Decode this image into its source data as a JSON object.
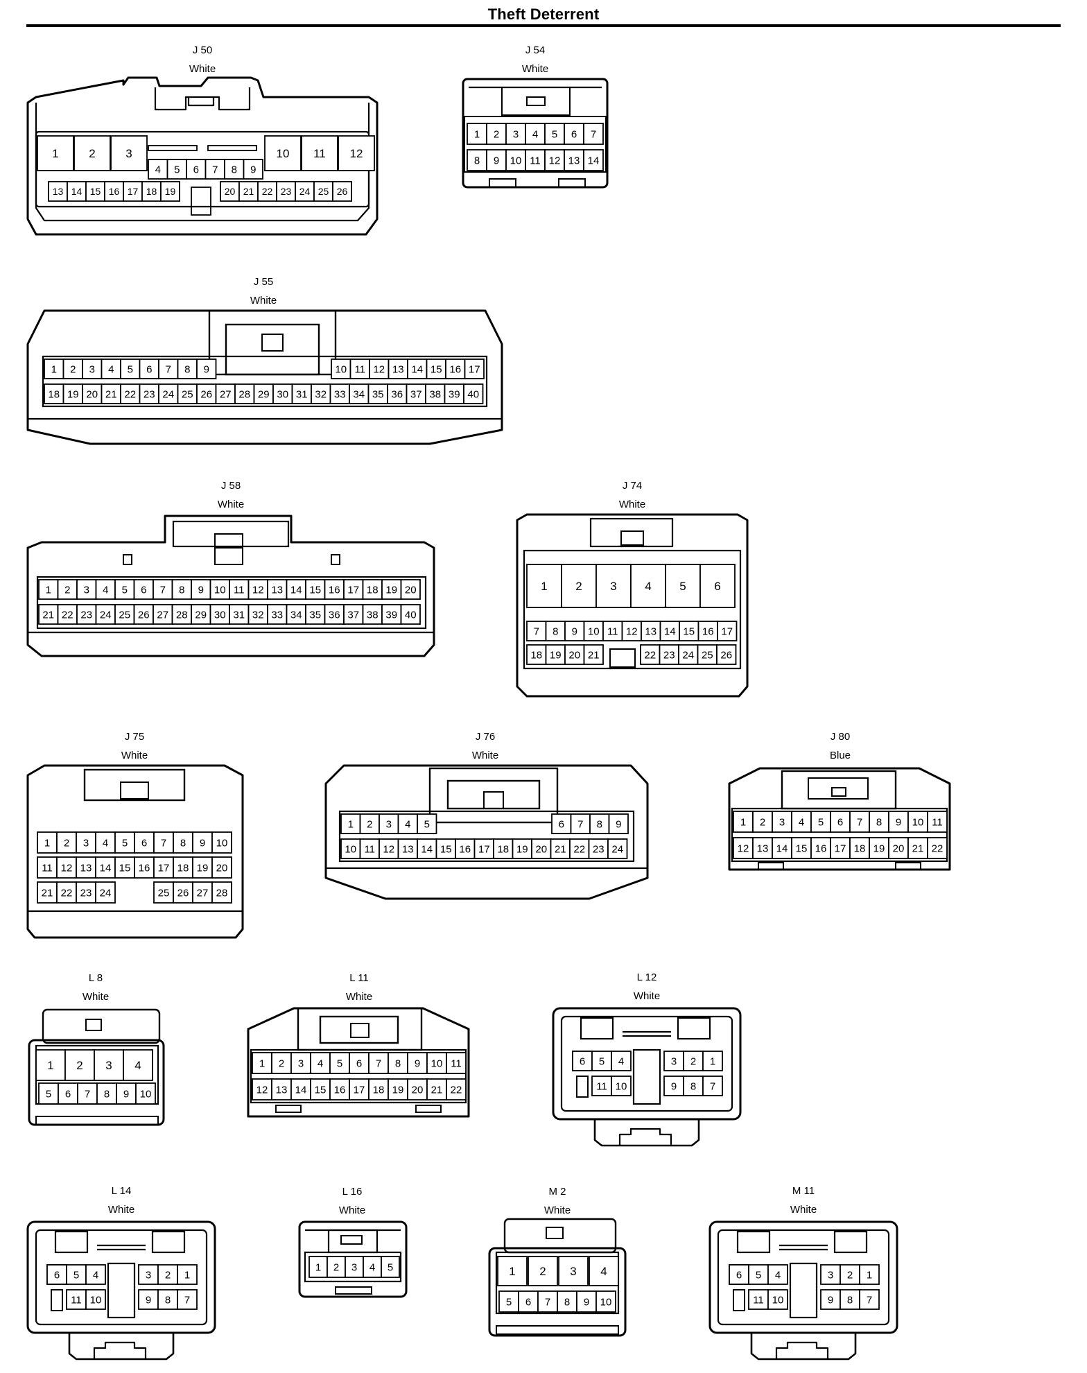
{
  "page": {
    "title": "Theft Deterrent"
  },
  "connectors": [
    {
      "id": "J 50",
      "color": "White"
    },
    {
      "id": "J 54",
      "color": "White"
    },
    {
      "id": "J 55",
      "color": "White"
    },
    {
      "id": "J 58",
      "color": "White"
    },
    {
      "id": "J 74",
      "color": "White"
    },
    {
      "id": "J 75",
      "color": "White"
    },
    {
      "id": "J 76",
      "color": "White"
    },
    {
      "id": "J 80",
      "color": "Blue"
    },
    {
      "id": "L 8",
      "color": "White"
    },
    {
      "id": "L 11",
      "color": "White"
    },
    {
      "id": "L 12",
      "color": "White"
    },
    {
      "id": "L 14",
      "color": "White"
    },
    {
      "id": "L 16",
      "color": "White"
    },
    {
      "id": "M 2",
      "color": "White"
    },
    {
      "id": "M 11",
      "color": "White"
    }
  ]
}
